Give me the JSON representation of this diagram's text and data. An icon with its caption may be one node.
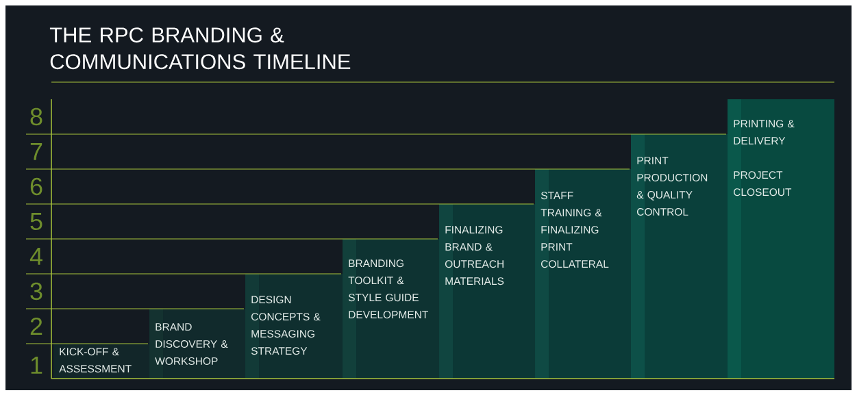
{
  "diagram": {
    "title": "THE RPC BRANDING & COMMUNICATIONS TIMELINE",
    "nodes": [
      {
        "text": [
          "KICK-OFF & ASSESSMENT"
        ]
      },
      {
        "text": [
          "BRAND DISCOVERY & WORKSHOP"
        ]
      },
      {
        "text": [
          "DESIGN CONCEPTS & MESSAGING STRATEGY"
        ]
      },
      {
        "text": [
          "BRANDING TOOLKIT & STYLE GUIDE DEVELOPMENT"
        ]
      },
      {
        "text": [
          "FINALIZING BRAND & OUTREACH MATERIALS"
        ]
      },
      {
        "text": [
          "STAFF TRAINING & FINALIZING PRINT COLLATERAL"
        ]
      },
      {
        "text": [
          "PRINT PRODUCTION & QUALITY CONTROL"
        ]
      },
      {
        "text": [
          "PRINTING & DELIVERY",
          "PROJECT CLOSEOUT"
        ]
      }
    ],
    "labels": [
      "8",
      "7",
      "6",
      "5",
      "4",
      "3",
      "2",
      "1"
    ]
  }
}
